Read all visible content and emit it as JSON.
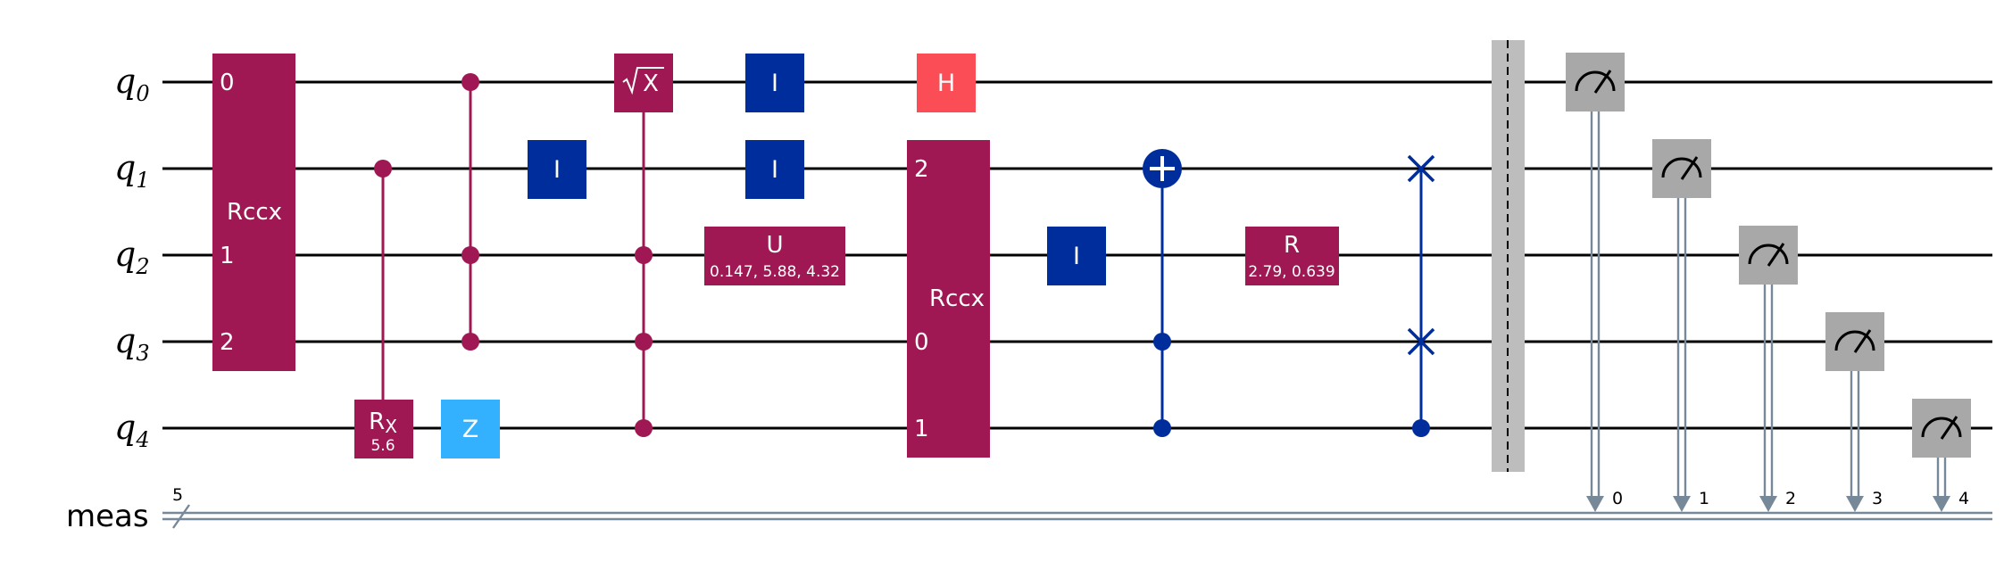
{
  "wires": {
    "qubits": [
      {
        "name": "q",
        "index": "0"
      },
      {
        "name": "q",
        "index": "1"
      },
      {
        "name": "q",
        "index": "2"
      },
      {
        "name": "q",
        "index": "3"
      },
      {
        "name": "q",
        "index": "4"
      }
    ],
    "classical": {
      "name": "meas",
      "size": "5"
    }
  },
  "gates": {
    "rccx1": {
      "label": "Rccx",
      "ports": [
        "0",
        "1",
        "2"
      ]
    },
    "rx": {
      "label": "R",
      "sub": "X",
      "param": "5.6"
    },
    "z": {
      "label": "Z"
    },
    "i_q1": {
      "label": "I"
    },
    "sx": {
      "label": "X",
      "root": "√"
    },
    "i_q0": {
      "label": "I"
    },
    "i_q1b": {
      "label": "I"
    },
    "u": {
      "label": "U",
      "param": "0.147, 5.88, 4.32"
    },
    "h": {
      "label": "H"
    },
    "rccx2": {
      "label": "Rccx",
      "ports": [
        "2",
        "0",
        "1"
      ]
    },
    "i_q2": {
      "label": "I"
    },
    "r": {
      "label": "R",
      "param": "2.79, 0.639"
    }
  },
  "measurements": {
    "bits": [
      "0",
      "1",
      "2",
      "3",
      "4"
    ]
  },
  "colors": {
    "magenta": "#9F1853",
    "blue": "#002D9C",
    "coral": "#FA4D56",
    "cyan": "#33B1FF",
    "gray": "#A8A8A8",
    "barrier": "#BDBDBD",
    "classical": "#778899"
  }
}
